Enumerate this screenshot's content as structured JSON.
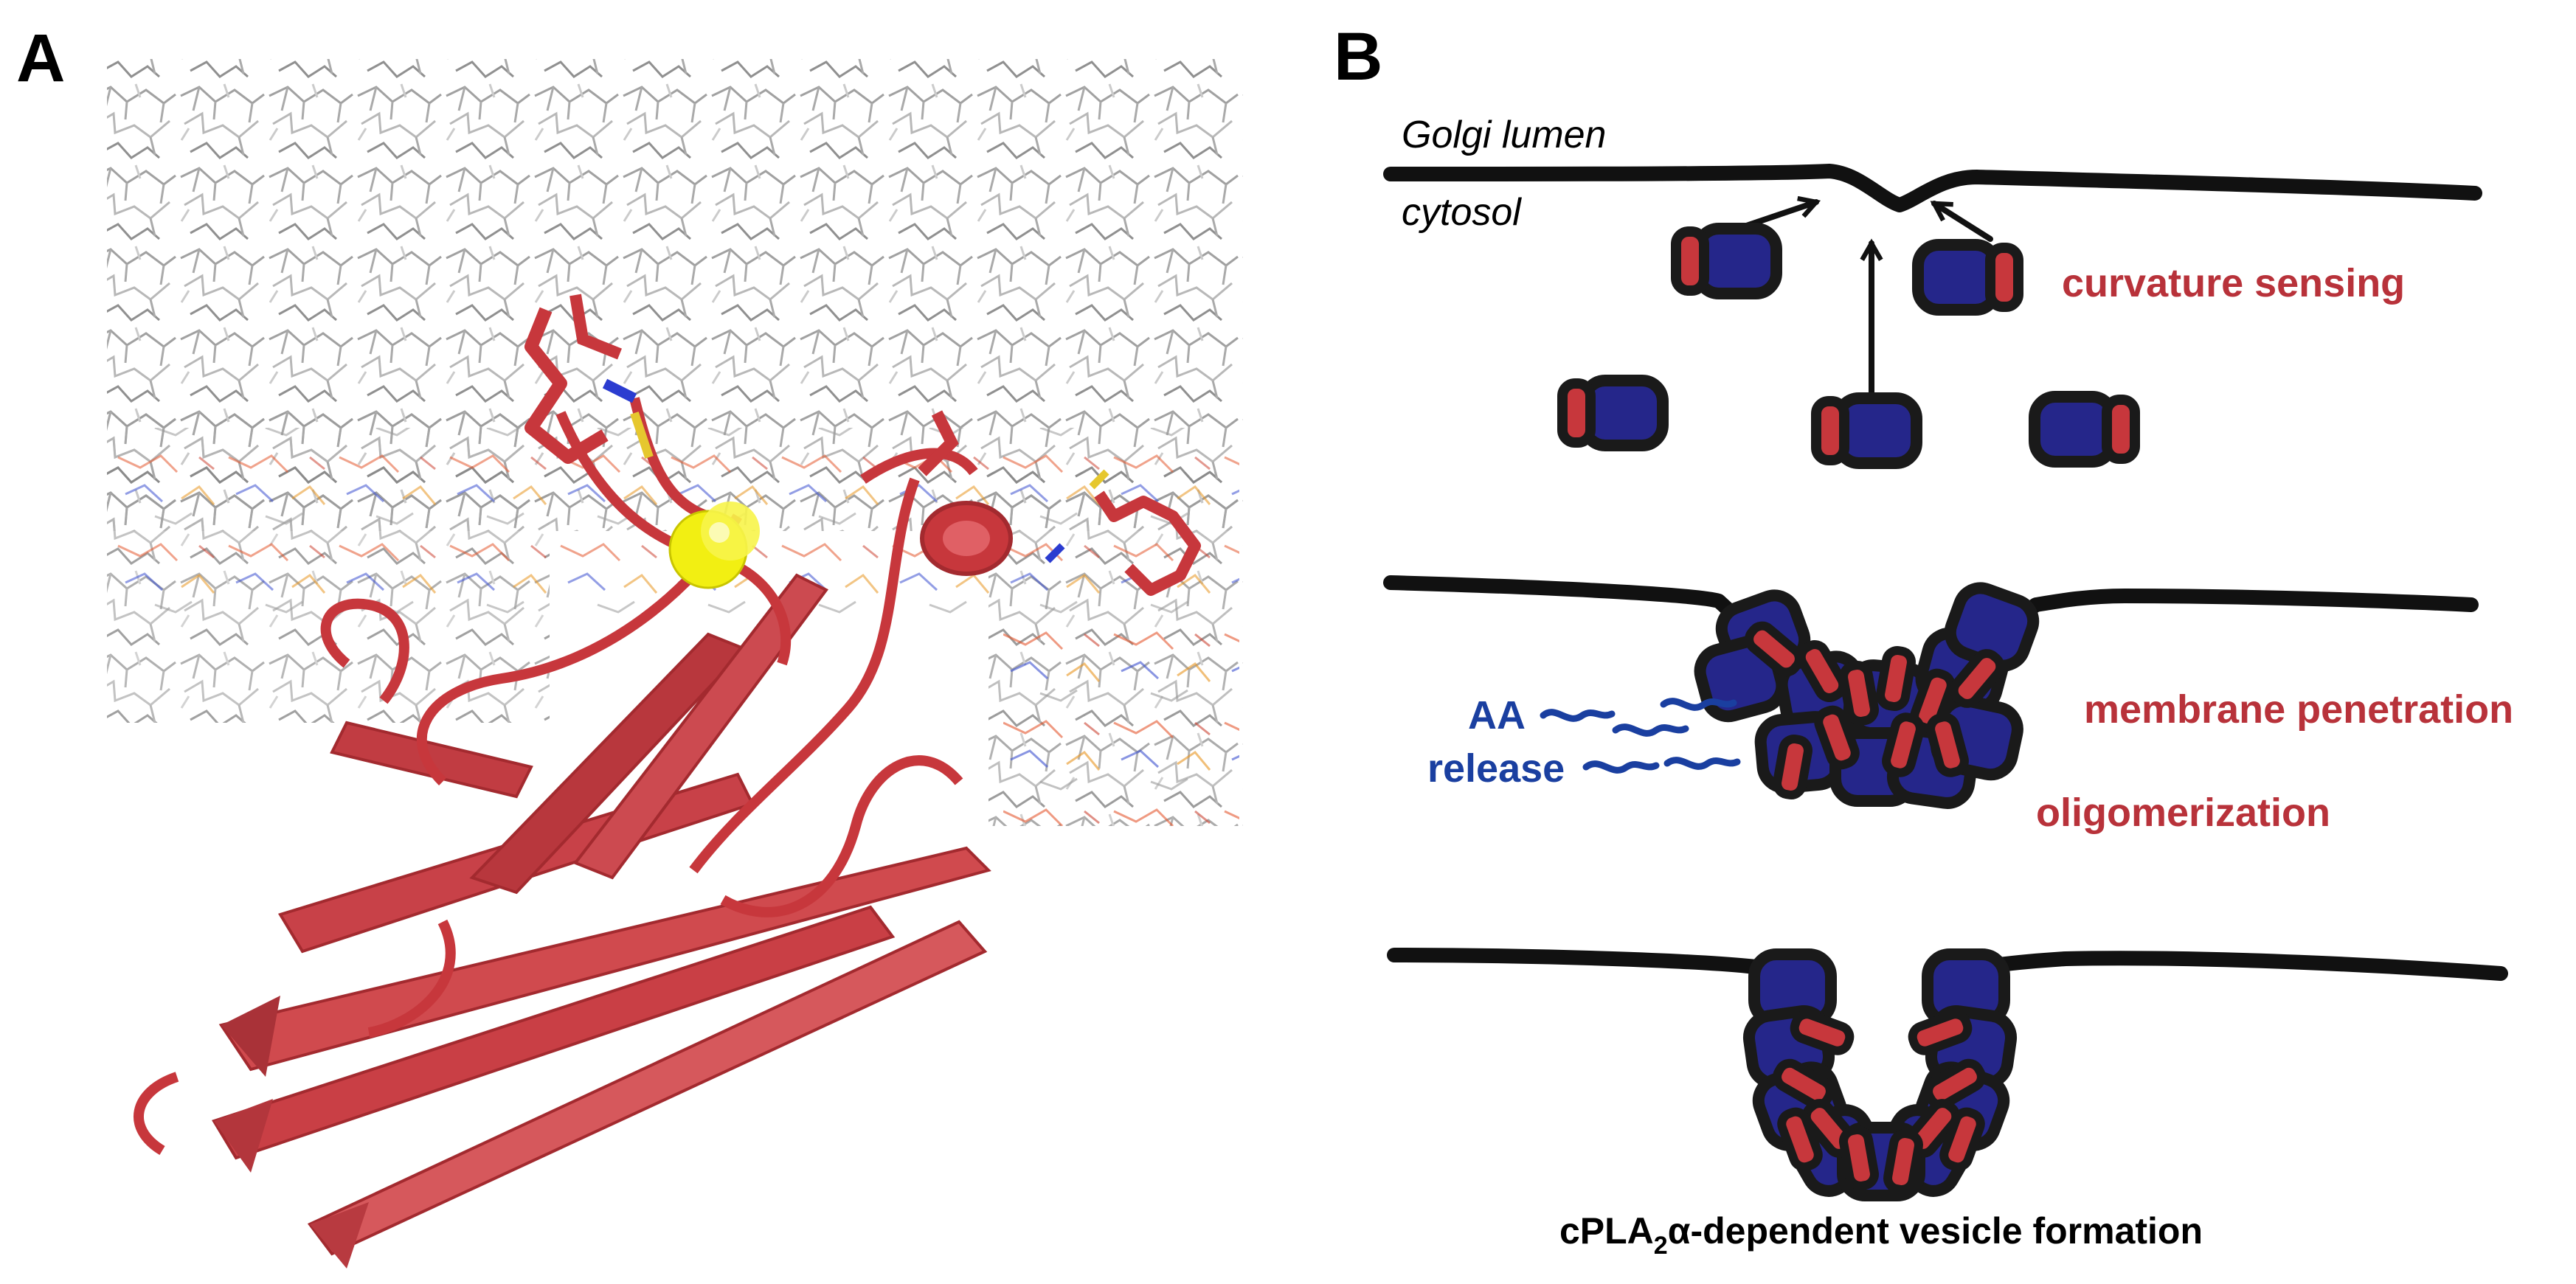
{
  "panel_a": {
    "letter": "A"
  },
  "panel_b": {
    "letter": "B",
    "golgi_lumen": "Golgi lumen",
    "cytosol": "cytosol",
    "curvature_sensing": "curvature sensing",
    "membrane_penetration": "membrane penetration",
    "oligomerization": "oligomerization",
    "aa": "AA",
    "release": "release",
    "caption_prefix": "cPLA",
    "caption_sub": "2",
    "caption_suffix": "α-dependent vesicle formation"
  },
  "colors": {
    "protein_red": "#c7373c",
    "domain_blue": "#25268a",
    "outline": "#1a1a1a",
    "aa_blue": "#1a3fa0",
    "label_red": "#b8323a",
    "calcium_yellow": "#f2ef12"
  },
  "icons": [
    "protein-domain-icon",
    "arrow-icon",
    "lipid-wave-icon",
    "calcium-ion-icon"
  ]
}
